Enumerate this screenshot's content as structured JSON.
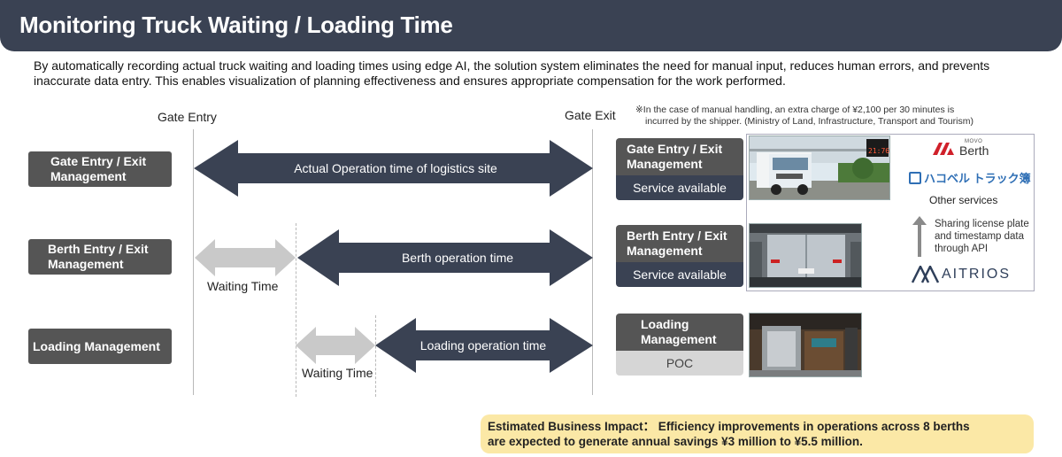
{
  "header": {
    "title": "Monitoring Truck Waiting / Loading Time"
  },
  "intro": {
    "text": "By automatically recording actual truck waiting and loading times using edge AI, the solution system eliminates the need for manual input, reduces human errors, and prevents inaccurate data entry. This enables visualization of planning effectiveness and ensures appropriate compensation for the work performed."
  },
  "timeline": {
    "gate_entry": "Gate Entry",
    "gate_exit": "Gate Exit",
    "note_line1": "※In the case of manual handling, an extra charge of ¥2,100 per 30 minutes is",
    "note_line2": "incurred by the shipper. (Ministry of Land, Infrastructure, Transport and Tourism)"
  },
  "rows": {
    "gate": {
      "label": "Gate Entry / Exit Management",
      "arrow": "Actual Operation time of logistics site"
    },
    "berth": {
      "label": "Berth Entry / Exit Management",
      "arrow": "Berth operation time",
      "waiting": "Waiting Time"
    },
    "loading": {
      "label": "Loading Management",
      "arrow": "Loading operation time",
      "waiting": "Waiting Time"
    }
  },
  "cards": {
    "gate": {
      "title": "Gate Entry / Exit Management",
      "status": "Service available"
    },
    "berth": {
      "title": "Berth Entry / Exit Management",
      "status": "Service available"
    },
    "loading": {
      "title": "Loading Management",
      "status": "POC"
    }
  },
  "services": {
    "movo_small": "MOVO",
    "movo_berth": "Berth",
    "hacobell": "ハコベル トラック簿",
    "other": "Other services",
    "sharing": "Sharing license plate and timestamp data through API",
    "aitrios": "AITRIOS",
    "sign_text": "21:76"
  },
  "impact": {
    "line1": "Estimated Business Impact： Efficiency improvements in operations across 8 berths",
    "line2": "are expected to generate annual savings ¥3 million to ¥5.5 million."
  },
  "colors": {
    "navy": "#3a4253",
    "gray_box": "#555555",
    "light_arrow": "#c9c9c9",
    "impact_bg": "#fbe8a6",
    "brand_red": "#d0202a",
    "brand_blue": "#2f6fb5"
  }
}
